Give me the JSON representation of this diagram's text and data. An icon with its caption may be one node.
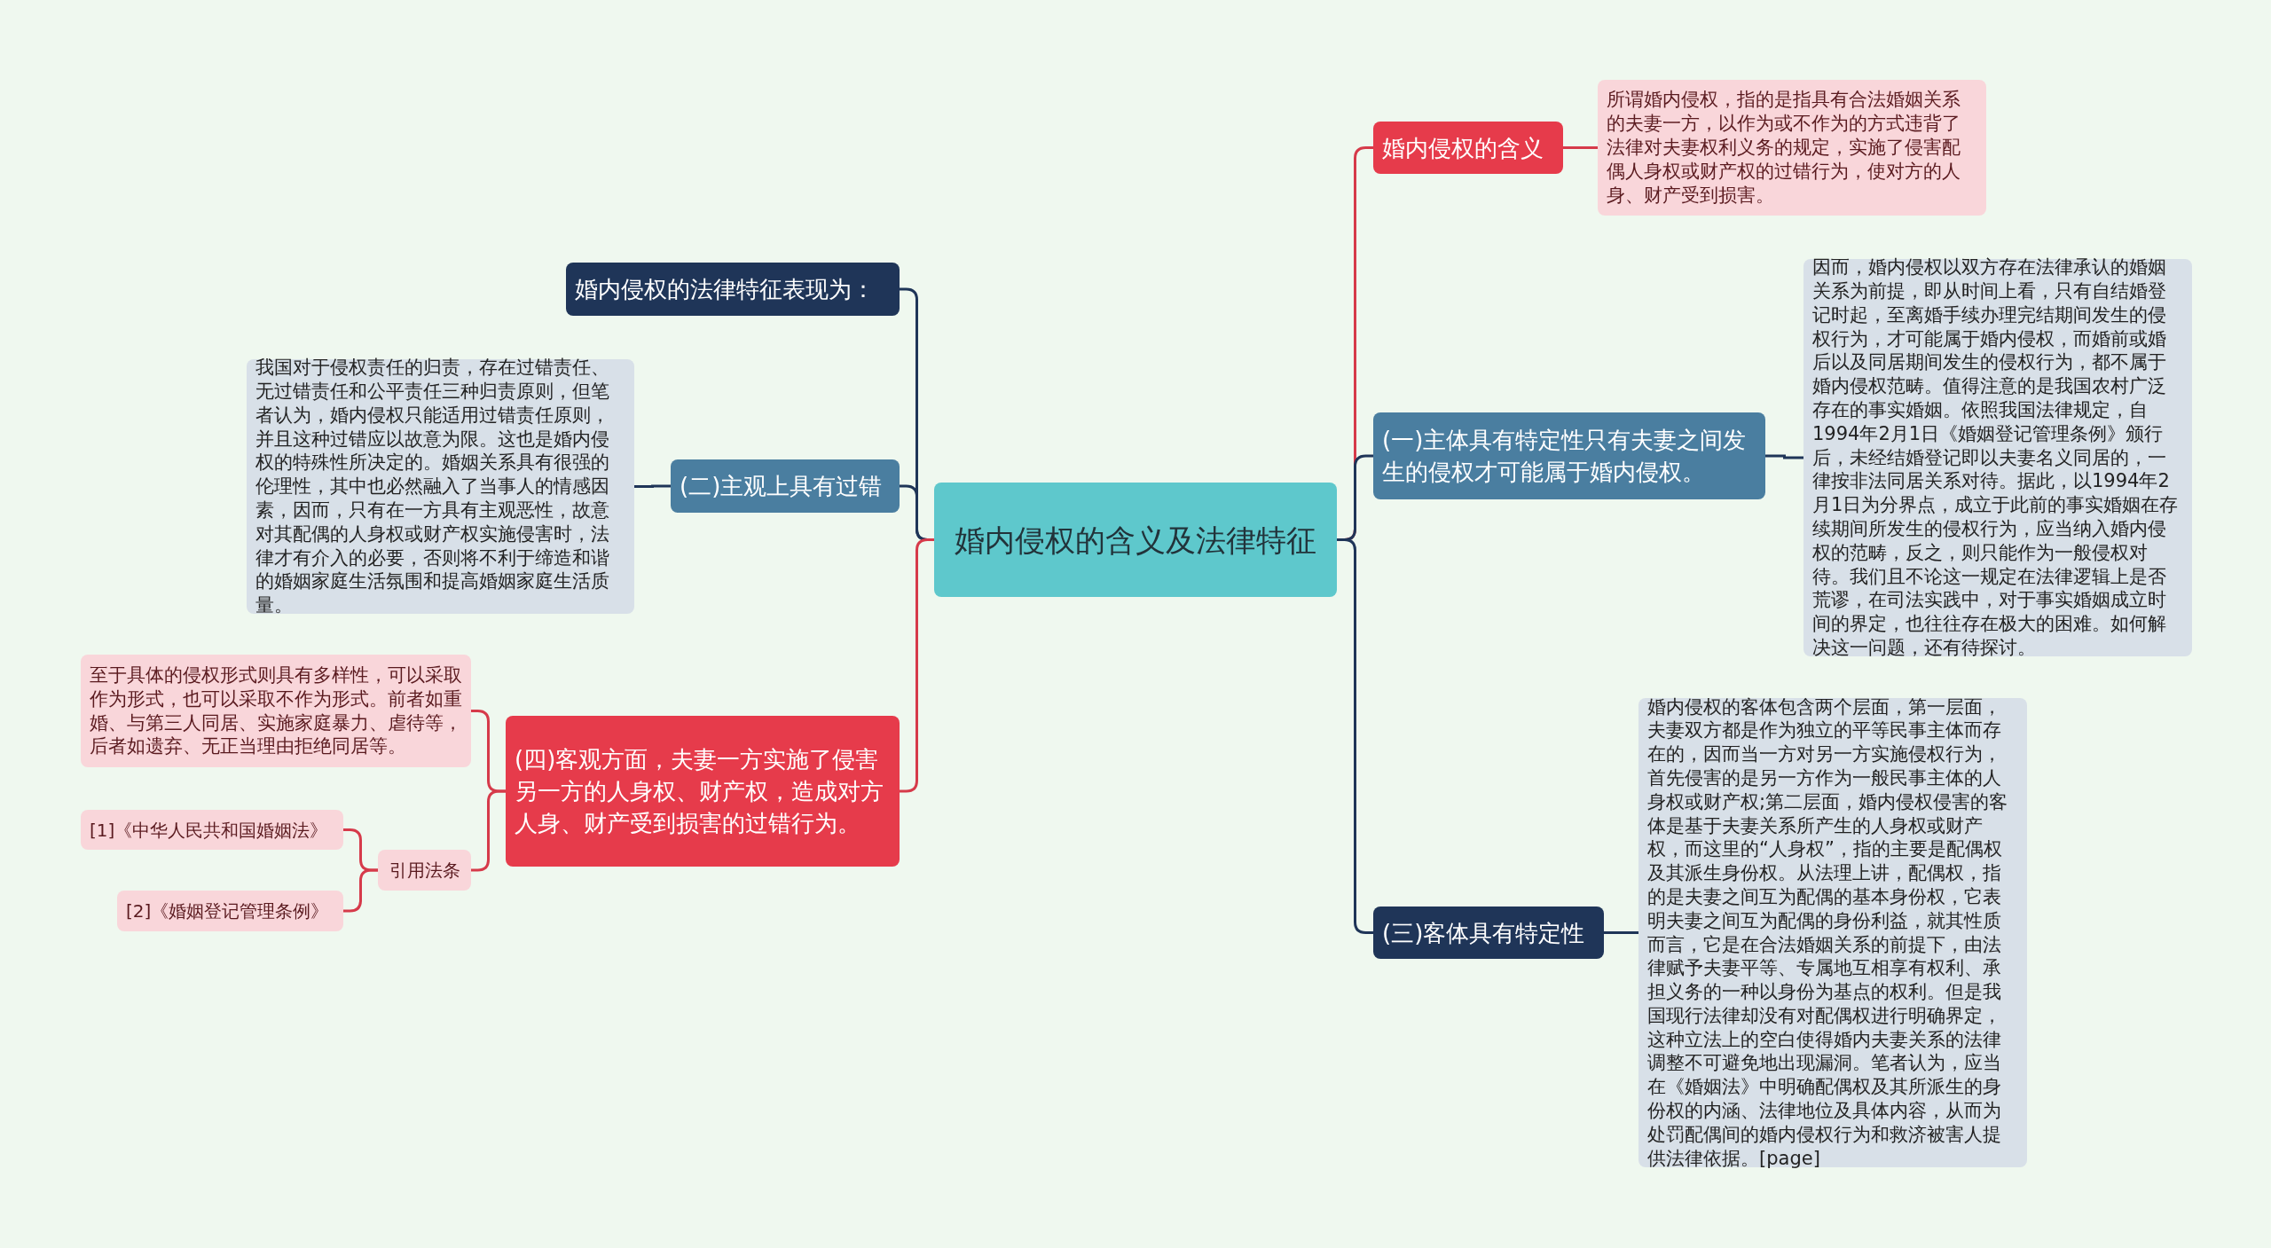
{
  "diagram": {
    "nodes": [
      {
        "text": [
          "婚内侵权的含义及法律特征"
        ]
      },
      {
        "text": [
          "婚内侵权的含义"
        ]
      },
      {
        "text": [
          "所谓婚内侵权，指的是指具有合法婚姻关系的夫妻一方，以作为或不作为的方式违背了法律对夫妻权利义务的规定，实施了侵害配偶人身权或财产权的过错行为，使对方的人身、财产受到损害。"
        ]
      },
      {
        "text": [
          "(一)主体具有特定性只有夫妻之间发生的侵权才可能属于婚内侵权。"
        ]
      },
      {
        "text": [
          "因而，婚内侵权以双方存在法律承认的婚姻关系为前提，即从时间上看，只有自结婚登记时起，至离婚手续办理完结期间发生的侵权行为，才可能属于婚内侵权，而婚前或婚后以及同居期间发生的侵权行为，都不属于婚内侵权范畴。值得注意的是我国农村广泛存在的事实婚姻。依照我国法律规定，自1994年2月1日《婚姻登记管理条例》颁行后，未经结婚登记即以夫妻名义同居的，一律按非法同居关系对待。据此，以1994年2月1日为分界点，成立于此前的事实婚姻在存续期间所发生的侵权行为，应当纳入婚内侵权的范畴，反之，则只能作为一般侵权对待。我们且不论这一规定在法律逻辑上是否荒谬，在司法实践中，对于事实婚姻成立时间的界定，也往往存在极大的困难。如何解决这一问题，还有待探讨。"
        ]
      },
      {
        "text": [
          "(三)客体具有特定性"
        ]
      },
      {
        "text": [
          "婚内侵权的客体包含两个层面，第一层面，夫妻双方都是作为独立的平等民事主体而存在的，因而当一方对另一方实施侵权行为，首先侵害的是另一方作为一般民事主体的人身权或财产权;第二层面，婚内侵权侵害的客体是基于夫妻关系所产生的人身权或财产权，而这里的“人身权”，指的主要是配偶权及其派生身份权。从法理上讲，配偶权，指的是夫妻之间互为配偶的基本身份权，它表明夫妻之间互为配偶的身份利益，就其性质而言，它是在合法婚姻关系的前提下，由法律赋予夫妻平等、专属地互相享有权利、承担义务的一种以身份为基点的权利。但是我国现行法律却没有对配偶权进行明确界定，这种立法上的空白使得婚内夫妻关系的法律调整不可避免地出现漏洞。笔者认为，应当在《婚姻法》中明确配偶权及其所派生的身份权的内涵、法律地位及具体内容，从而为处罚配偶间的婚内侵权行为和救济被害人提供法律依据。[page]"
        ]
      },
      {
        "text": [
          "婚内侵权的法律特征表现为："
        ]
      },
      {
        "text": [
          "(二)主观上具有过错"
        ]
      },
      {
        "text": [
          "我国对于侵权责任的归责，存在过错责任、无过错责任和公平责任三种归责原则，但笔者认为，婚内侵权只能适用过错责任原则，并且这种过错应以故意为限。这也是婚内侵权的特殊性所决定的。婚姻关系具有很强的伦理性，其中也必然融入了当事人的情感因素，因而，只有在一方具有主观恶性，故意对其配偶的人身权或财产权实施侵害时，法律才有介入的必要，否则将不利于缔造和谐的婚姻家庭生活氛围和提高婚姻家庭生活质量。"
        ]
      },
      {
        "text": [
          "(四)客观方面，夫妻一方实施了侵害另一方的人身权、财产权，造成对方人身、财产受到损害的过错行为。"
        ]
      },
      {
        "text": [
          "至于具体的侵权形式则具有多样性，可以采取作为形式，也可以采取不作为形式。前者如重婚、与第三人同居、实施家庭暴力、虐待等，后者如遗弃、无正当理由拒绝同居等。"
        ]
      },
      {
        "text": [
          "引用法条"
        ]
      },
      {
        "text": [
          "[1]《中华人民共和国婚姻法》"
        ]
      },
      {
        "text": [
          "[2]《婚姻登记管理条例》"
        ]
      }
    ],
    "edges": [
      {
        "from": 0,
        "to": 1,
        "arrow": "none",
        "color": "#d63a4a"
      },
      {
        "from": 1,
        "to": 2,
        "arrow": "none",
        "color": "#d63a4a"
      },
      {
        "from": 0,
        "to": 3,
        "arrow": "none",
        "color": "#1f3558"
      },
      {
        "from": 3,
        "to": 4,
        "arrow": "none",
        "color": "#1f3558"
      },
      {
        "from": 0,
        "to": 5,
        "arrow": "none",
        "color": "#1f3558"
      },
      {
        "from": 5,
        "to": 6,
        "arrow": "none",
        "color": "#1f3558"
      },
      {
        "from": 0,
        "to": 7,
        "arrow": "none",
        "color": "#1f3558"
      },
      {
        "from": 0,
        "to": 8,
        "arrow": "none",
        "color": "#1f3558"
      },
      {
        "from": 8,
        "to": 9,
        "arrow": "none",
        "color": "#1f3558"
      },
      {
        "from": 0,
        "to": 10,
        "arrow": "none",
        "color": "#d63a4a"
      },
      {
        "from": 10,
        "to": 11,
        "arrow": "none",
        "color": "#d63a4a"
      },
      {
        "from": 10,
        "to": 12,
        "arrow": "none",
        "color": "#d63a4a"
      },
      {
        "from": 12,
        "to": 13,
        "arrow": "none",
        "color": "#d63a4a"
      },
      {
        "from": 12,
        "to": 14,
        "arrow": "none",
        "color": "#d63a4a"
      }
    ]
  }
}
